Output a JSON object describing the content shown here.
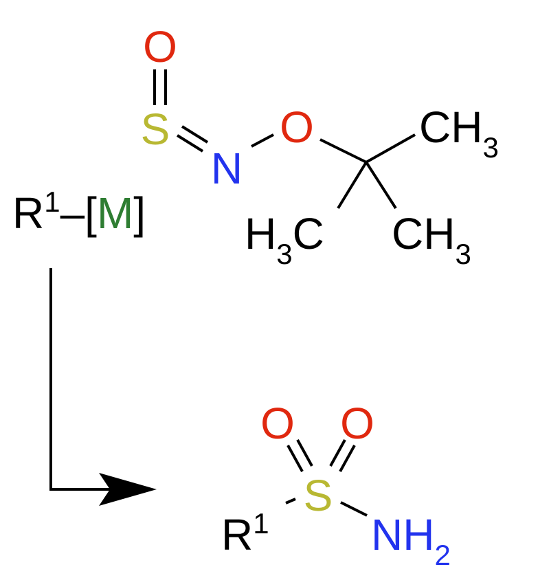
{
  "colors": {
    "oxygen": "#e0280f",
    "sulfur": "#b8b832",
    "nitrogen": "#2233ee",
    "metal": "#2e7d32",
    "carbon": "#000000"
  },
  "reagent": {
    "oxo_O": "O",
    "S": "S",
    "N": "N",
    "ether_O": "O",
    "methyl_top": {
      "main": "CH",
      "sub": "3"
    },
    "methyl_left": {
      "pre": "H",
      "sub": "3",
      "main": "C"
    },
    "methyl_right": {
      "main": "CH",
      "sub": "3"
    }
  },
  "organometallic": {
    "R": "R",
    "R_sup": "1",
    "dash": "–",
    "open_bracket": "[",
    "M": "M",
    "close_bracket": "]"
  },
  "product": {
    "O_left": "O",
    "O_right": "O",
    "S": "S",
    "R": "R",
    "R_sup": "1",
    "NH": "NH",
    "NH_sub": "2"
  }
}
